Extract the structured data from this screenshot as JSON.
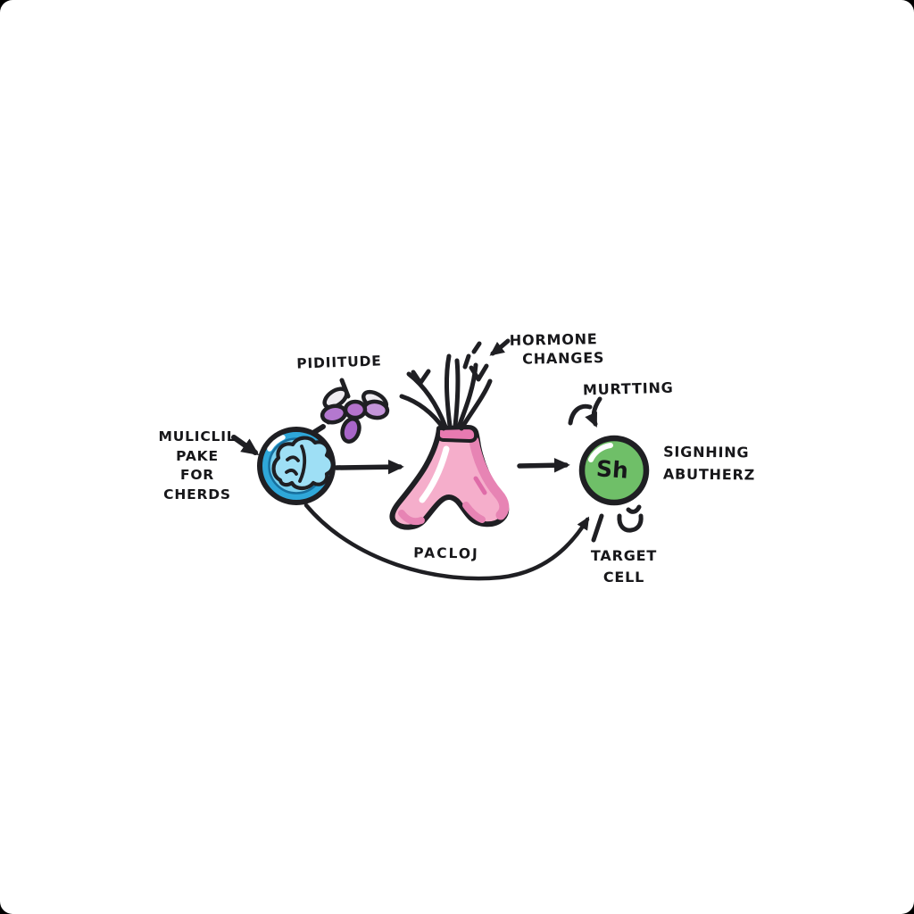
{
  "figure": {
    "kind": "hand-drawn hormone signaling sketch",
    "background": "#ffffff",
    "ink_color": "#1f1f23"
  },
  "brain": {
    "caption_lines": [
      "MULICLIL",
      "PAKE",
      "FOR",
      "CHERDS"
    ],
    "outer_fill": "#2fa7d9",
    "inner_fill": "#79d1ef",
    "brain_fill": "#9edff5"
  },
  "pituitary": {
    "label": "PIDIITUDE",
    "petal_purple": "#b478cf",
    "petal_purple_dark": "#a865c8",
    "petal_purple_light": "#c495d9",
    "petal_white": "#efecf1"
  },
  "gland": {
    "fill": "#f5aecb",
    "shade": "#e784b4",
    "top_fill": "#e87ab1",
    "spray_label_lines": [
      "HORMONE",
      "CHANGES"
    ]
  },
  "target_cell": {
    "arrow_label": "MURTTING",
    "badge": "Sh",
    "fill": "#6fbf68",
    "side_label_lines": [
      "SIGNHING",
      "ABUTHERZ"
    ],
    "below_label_lines": [
      "TARGET",
      "CELL"
    ]
  },
  "arc": {
    "label": "PACLOJ"
  }
}
